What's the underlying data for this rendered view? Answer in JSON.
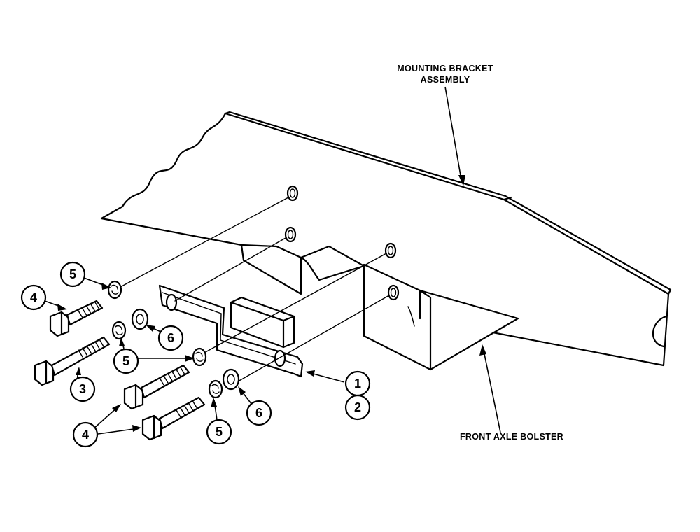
{
  "labels": {
    "mounting_bracket_line1": "MOUNTING BRACKET",
    "mounting_bracket_line2": "ASSEMBLY",
    "front_axle_bolster": "FRONT AXLE BOLSTER"
  },
  "callouts": [
    {
      "id": "c5a",
      "text": "5"
    },
    {
      "id": "c4a",
      "text": "4"
    },
    {
      "id": "c6a",
      "text": "6"
    },
    {
      "id": "c3",
      "text": "3"
    },
    {
      "id": "c5b",
      "text": "5"
    },
    {
      "id": "c1",
      "text": "1"
    },
    {
      "id": "c2",
      "text": "2"
    },
    {
      "id": "c6b",
      "text": "6"
    },
    {
      "id": "c4b",
      "text": "4"
    },
    {
      "id": "c5c",
      "text": "5"
    }
  ]
}
